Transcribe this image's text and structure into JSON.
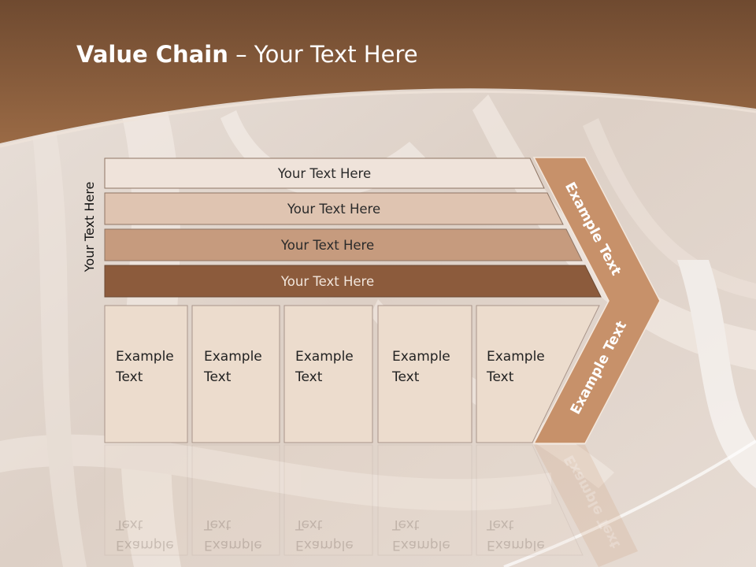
{
  "title": {
    "bold": "Value Chain",
    "rest": " – Your Text Here"
  },
  "side_label": "Your Text Here",
  "rows": [
    {
      "label": "Your Text Here"
    },
    {
      "label": "Your Text Here"
    },
    {
      "label": "Your Text Here"
    },
    {
      "label": "Your Text Here"
    }
  ],
  "boxes": [
    {
      "line1": "Example",
      "line2": "Text"
    },
    {
      "line1": "Example",
      "line2": "Text"
    },
    {
      "line1": "Example",
      "line2": "Text"
    },
    {
      "line1": "Example",
      "line2": "Text"
    },
    {
      "line1": "Example",
      "line2": "Text"
    }
  ],
  "chevron": {
    "upper": "Example Text",
    "lower": "Example Text"
  },
  "colors": {
    "header": "#8f5a38",
    "row1": "#efe3da",
    "row2": "#dfc4b1",
    "row3": "#c69b7e",
    "row4": "#8c5b3c",
    "box": "#ecdccd",
    "chevron": "#c7916a"
  }
}
